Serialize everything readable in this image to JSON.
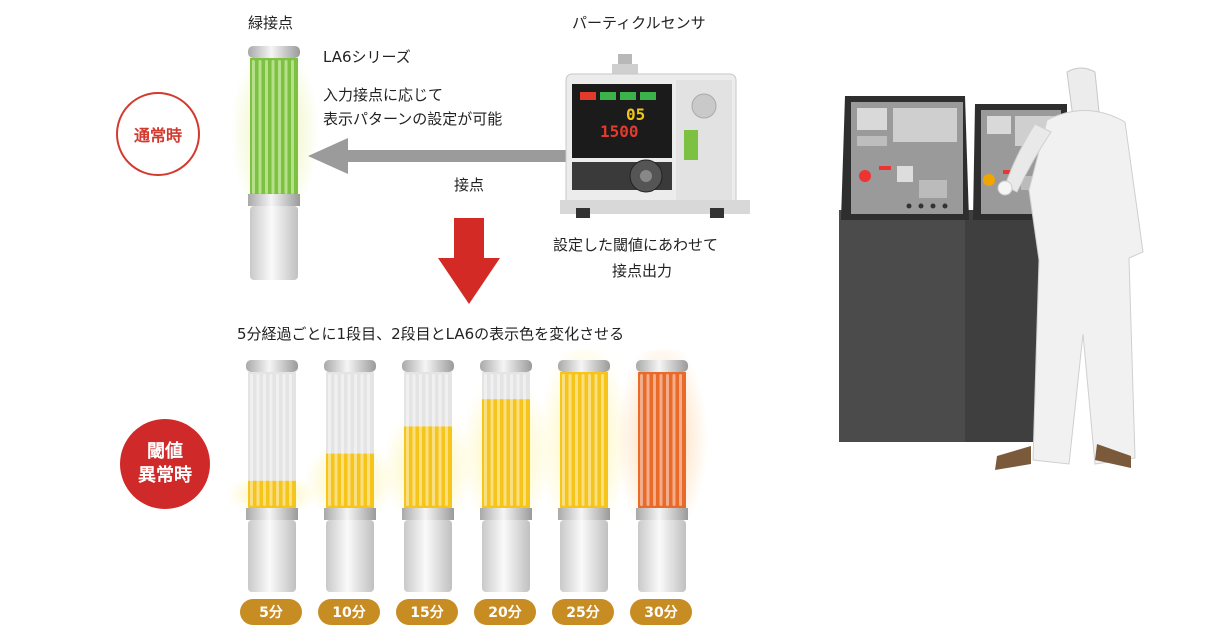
{
  "labels": {
    "green_contact": "緑接点",
    "particle_sensor": "パーティクルセンサ",
    "series_name": "LA6シリーズ",
    "series_desc_line1": "入力接点に応じて",
    "series_desc_line2": "表示パターンの設定が可能",
    "contact": "接点",
    "threshold_line1": "設定した閾値にあわせて",
    "threshold_line2": "接点出力",
    "sequence_caption": "5分経過ごとに1段目、2段目とLA6の表示色を変化させる",
    "normal_state": "通常時",
    "abnormal_line1": "閾値",
    "abnormal_line2": "異常時"
  },
  "sensor_display": {
    "line1": "05",
    "line2": "1500"
  },
  "colors": {
    "green": "#7dc142",
    "yellow": "#f6c51b",
    "orange": "#ea6a2a",
    "white": "#e4e4e4",
    "red_accent": "#d0292a",
    "pill": "#c78c22"
  },
  "timeline": [
    {
      "label": "5分",
      "fill": 0.2,
      "color": "yellow",
      "glow": true
    },
    {
      "label": "10分",
      "fill": 0.4,
      "color": "yellow",
      "glow": true
    },
    {
      "label": "15分",
      "fill": 0.6,
      "color": "yellow",
      "glow": true
    },
    {
      "label": "20分",
      "fill": 0.8,
      "color": "yellow",
      "glow": true
    },
    {
      "label": "25分",
      "fill": 1.0,
      "color": "yellow",
      "glow": true
    },
    {
      "label": "30分",
      "fill": 1.0,
      "color": "orange",
      "glow": true
    }
  ]
}
